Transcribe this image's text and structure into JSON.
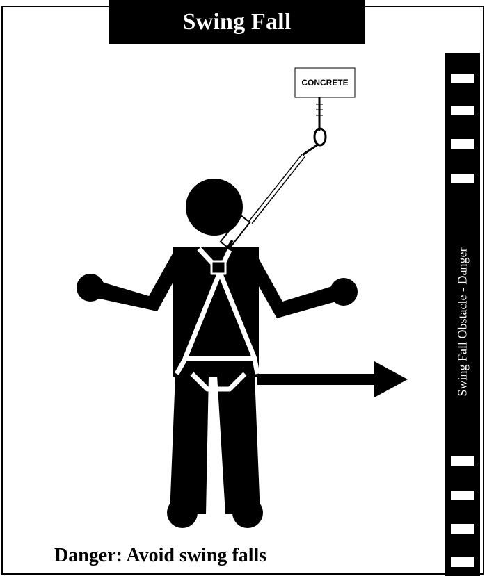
{
  "title": "Swing Fall",
  "caption": "Danger: Avoid swing falls",
  "anchor": {
    "label": "CONCRETE"
  },
  "obstacle": {
    "label": "Swing Fall Obstacle  -  Danger"
  },
  "direction_arrow": {
    "meaning": "swing direction",
    "icon": "arrow-right-icon"
  },
  "colors": {
    "foreground": "#000000",
    "background": "#ffffff"
  }
}
